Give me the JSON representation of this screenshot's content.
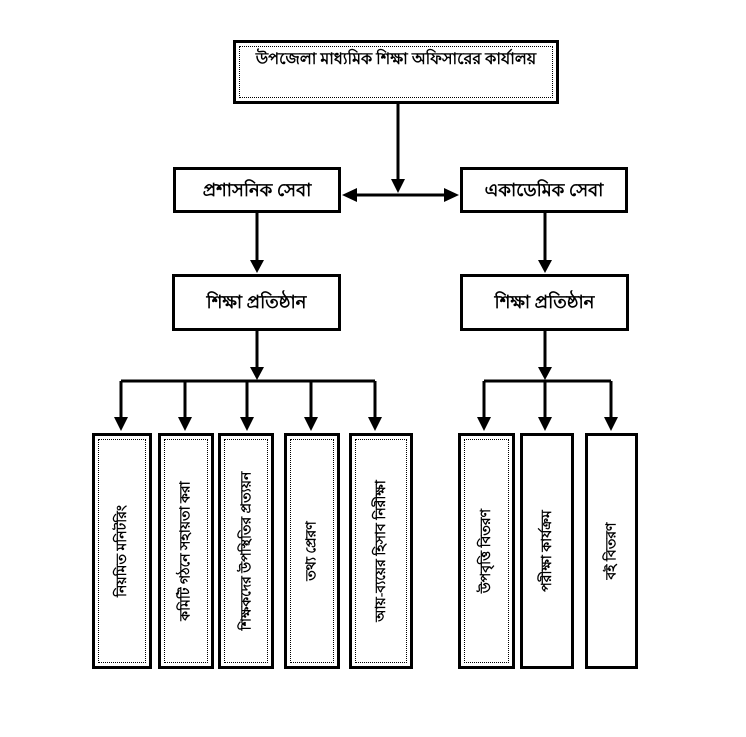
{
  "root": {
    "label": "উপজেলা মাধ্যমিক শিক্ষা অফিসারের কার্যালয়"
  },
  "branches": {
    "left": {
      "service": "প্রশাসনিক সেবা",
      "institution": "শিক্ষা প্রতিষ্ঠান",
      "items": [
        "নিয়মিত মনিটরিং",
        "কমিটি গঠনে সহায়তা করা",
        "শিক্ষকদের উপস্থিতির প্রত্যয়ন",
        "তথ্য প্রেরণ",
        "আয়-ব্যয়ের হিসাব নিরীক্ষা"
      ]
    },
    "right": {
      "service": "একাডেমিক সেবা",
      "institution": "শিক্ষা প্রতিষ্ঠান",
      "items": [
        "উপবৃত্তি বিতরণ",
        "পরীক্ষা কার্যক্রম",
        "বই বিতরণ"
      ]
    }
  },
  "colors": {
    "line": "#000000",
    "border": "#000000",
    "background": "#ffffff",
    "text": "#000000"
  }
}
